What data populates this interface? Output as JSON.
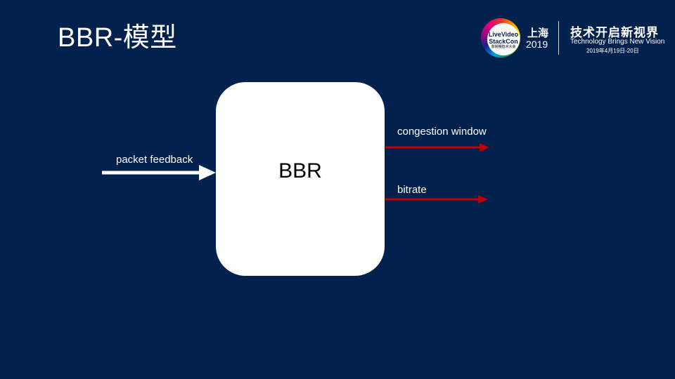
{
  "slide": {
    "title": "BBR-模型"
  },
  "logo": {
    "ring_line1": "LiveVideo",
    "ring_line2": "StackCon",
    "ring_line3": "音视频技术大会",
    "city": "上海",
    "year": "2019",
    "slogan_cn": "技术开启新视界",
    "slogan_en": "Technology Brings New Vision",
    "date": "2019年4月19日-20日"
  },
  "diagram": {
    "center_block": "BBR",
    "input_label": "packet feedback",
    "outputs": [
      {
        "label": "congestion window"
      },
      {
        "label": "bitrate"
      }
    ],
    "colors": {
      "background": "#03214d",
      "block": "#ffffff",
      "input_arrow": "#ffffff",
      "output_arrow": "#c00000"
    }
  }
}
